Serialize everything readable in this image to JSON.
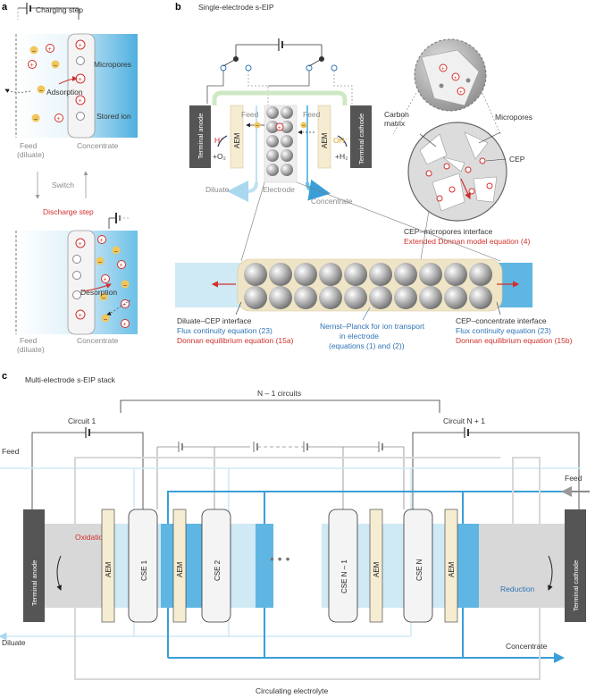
{
  "panel_a": {
    "letter": "a",
    "charging_step": "Charging step",
    "micropores": "Micropores",
    "adsorption": "Adsorption",
    "stored_ion": "Stored ion",
    "feed": "Feed",
    "diluate_paren": "(diluate)",
    "concentrate": "Concentrate",
    "switch": "Switch",
    "discharge_step": "Discharge step",
    "desorption": "Desorption",
    "feed_bottom": "Feed",
    "diluate_paren_bottom": "(diluate)",
    "concentrate_bottom": "Concentrate"
  },
  "panel_b": {
    "letter": "b",
    "title": "Single-electrode s-EIP",
    "terminal_anode": "Terminal anode",
    "terminal_cathode": "Terminal cathode",
    "aem": "AEM",
    "feed_left": "Feed",
    "feed_right": "Feed",
    "h_plus": "H⁺",
    "oh_minus": "OH⁻",
    "o2": "+O₂",
    "h2": "+H₂",
    "diluate": "Diluate",
    "electrode": "Electrode",
    "concentrate": "Concentrate",
    "carbon_matrix_1": "Carbon",
    "carbon_matrix_2": "matrix",
    "micropores": "Micropores",
    "cep": "CEP",
    "cep_micropores_interface": "CEP–micropores interface",
    "extended_donnan": "Extended Donnan model equation (4)",
    "diluate_cep_interface": "Diluate–CEP interface",
    "flux_continuity_left": "Flux continuity equation (23)",
    "donnan_left": "Donnan equilibrium equation (15a)",
    "nernst_1": "Nernst–Planck for ion transport",
    "nernst_2": "in electrode",
    "nernst_3": "(equations (1) and (2))",
    "cep_concentrate_interface": "CEP–concentrate interface",
    "flux_continuity_right": "Flux continuity equation (23)",
    "donnan_right": "Donnan equilibrium equation (15b)"
  },
  "panel_c": {
    "letter": "c",
    "title": "Multi-electrode s-EIP stack",
    "circuit_1": "Circuit 1",
    "n_minus_1_circuits": "N – 1 circuits",
    "circuit_n_plus_1": "Circuit N + 1",
    "feed_left": "Feed",
    "feed_right": "Feed",
    "terminal_anode": "Terminal anode",
    "terminal_cathode": "Terminal cathode",
    "oxidation": "Oxidation",
    "reduction": "Reduction",
    "aem": "AEM",
    "cse_1": "CSE 1",
    "cse_2": "CSE 2",
    "cse_n_minus_1": "CSE N – 1",
    "cse_n": "CSE N",
    "ellipsis": "• • •",
    "diluate": "Diluate",
    "concentrate": "Concentrate",
    "circulating_electrolyte": "Circulating electrolyte"
  },
  "colors": {
    "light_blue": "#cfe9f5",
    "mid_blue": "#5fb6e3",
    "dark_blue": "#2f74b5",
    "red": "#d0312d",
    "grey": "#8a8a8a",
    "anion_yellow": "#f3c65a",
    "membrane_beige": "#f5ecd2"
  }
}
